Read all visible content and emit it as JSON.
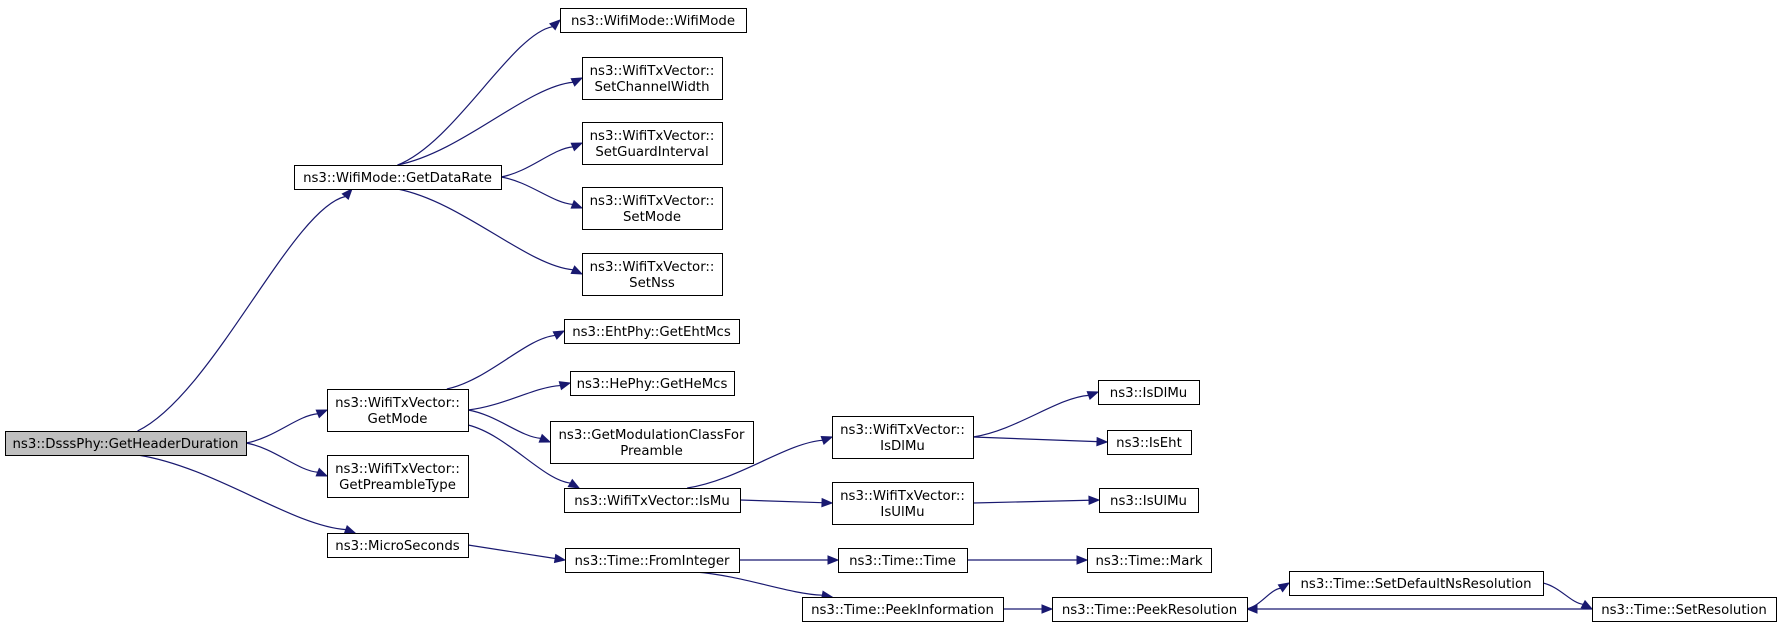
{
  "diagram": {
    "type": "call-graph",
    "colors": {
      "edge": "#191970",
      "root_fill": "#bfbfbf",
      "node_fill": "#ffffff",
      "node_border": "#000000"
    },
    "nodes": [
      {
        "id": "root",
        "lines": [
          "ns3::DsssPhy::GetHeaderDuration"
        ]
      },
      {
        "id": "getDataRate",
        "lines": [
          "ns3::WifiMode::GetDataRate"
        ]
      },
      {
        "id": "wifiMode",
        "lines": [
          "ns3::WifiMode::WifiMode"
        ]
      },
      {
        "id": "setChannelWidth",
        "lines": [
          "ns3::WifiTxVector::",
          "SetChannelWidth"
        ]
      },
      {
        "id": "setGuardInterval",
        "lines": [
          "ns3::WifiTxVector::",
          "SetGuardInterval"
        ]
      },
      {
        "id": "setMode",
        "lines": [
          "ns3::WifiTxVector::",
          "SetMode"
        ]
      },
      {
        "id": "setNss",
        "lines": [
          "ns3::WifiTxVector::",
          "SetNss"
        ]
      },
      {
        "id": "getMode",
        "lines": [
          "ns3::WifiTxVector::",
          "GetMode"
        ]
      },
      {
        "id": "getEhtMcs",
        "lines": [
          "ns3::EhtPhy::GetEhtMcs"
        ]
      },
      {
        "id": "getHeMcs",
        "lines": [
          "ns3::HePhy::GetHeMcs"
        ]
      },
      {
        "id": "getModClass",
        "lines": [
          "ns3::GetModulationClassFor",
          "Preamble"
        ]
      },
      {
        "id": "isMuVec",
        "lines": [
          "ns3::WifiTxVector::IsMu"
        ]
      },
      {
        "id": "isDlMuVec",
        "lines": [
          "ns3::WifiTxVector::",
          "IsDlMu"
        ]
      },
      {
        "id": "isUlMuVec",
        "lines": [
          "ns3::WifiTxVector::",
          "IsUlMu"
        ]
      },
      {
        "id": "isDlMu",
        "lines": [
          "ns3::IsDlMu"
        ]
      },
      {
        "id": "isEht",
        "lines": [
          "ns3::IsEht"
        ]
      },
      {
        "id": "isUlMu",
        "lines": [
          "ns3::IsUlMu"
        ]
      },
      {
        "id": "getPreambleType",
        "lines": [
          "ns3::WifiTxVector::",
          "GetPreambleType"
        ]
      },
      {
        "id": "microSeconds",
        "lines": [
          "ns3::MicroSeconds"
        ]
      },
      {
        "id": "fromInteger",
        "lines": [
          "ns3::Time::FromInteger"
        ]
      },
      {
        "id": "timeTime",
        "lines": [
          "ns3::Time::Time"
        ]
      },
      {
        "id": "timeMark",
        "lines": [
          "ns3::Time::Mark"
        ]
      },
      {
        "id": "peekInformation",
        "lines": [
          "ns3::Time::PeekInformation"
        ]
      },
      {
        "id": "peekResolution",
        "lines": [
          "ns3::Time::PeekResolution"
        ]
      },
      {
        "id": "setDefaultNsRes",
        "lines": [
          "ns3::Time::SetDefaultNsResolution"
        ]
      },
      {
        "id": "setResolution",
        "lines": [
          "ns3::Time::SetResolution"
        ]
      }
    ],
    "edges": [
      {
        "from": "root",
        "to": "getDataRate"
      },
      {
        "from": "root",
        "to": "getMode"
      },
      {
        "from": "root",
        "to": "getPreambleType"
      },
      {
        "from": "root",
        "to": "microSeconds"
      },
      {
        "from": "getDataRate",
        "to": "wifiMode"
      },
      {
        "from": "getDataRate",
        "to": "setChannelWidth"
      },
      {
        "from": "getDataRate",
        "to": "setGuardInterval"
      },
      {
        "from": "getDataRate",
        "to": "setMode"
      },
      {
        "from": "getDataRate",
        "to": "setNss"
      },
      {
        "from": "getMode",
        "to": "getEhtMcs"
      },
      {
        "from": "getMode",
        "to": "getHeMcs"
      },
      {
        "from": "getMode",
        "to": "getModClass"
      },
      {
        "from": "getMode",
        "to": "isMuVec"
      },
      {
        "from": "isMuVec",
        "to": "isDlMuVec"
      },
      {
        "from": "isMuVec",
        "to": "isUlMuVec"
      },
      {
        "from": "isDlMuVec",
        "to": "isDlMu"
      },
      {
        "from": "isDlMuVec",
        "to": "isEht"
      },
      {
        "from": "isUlMuVec",
        "to": "isUlMu"
      },
      {
        "from": "microSeconds",
        "to": "fromInteger"
      },
      {
        "from": "fromInteger",
        "to": "timeTime"
      },
      {
        "from": "fromInteger",
        "to": "peekInformation"
      },
      {
        "from": "timeTime",
        "to": "timeMark"
      },
      {
        "from": "peekInformation",
        "to": "peekResolution"
      },
      {
        "from": "peekResolution",
        "to": "setDefaultNsRes"
      },
      {
        "from": "setDefaultNsRes",
        "to": "setResolution"
      },
      {
        "from": "setResolution",
        "to": "peekResolution"
      }
    ]
  }
}
